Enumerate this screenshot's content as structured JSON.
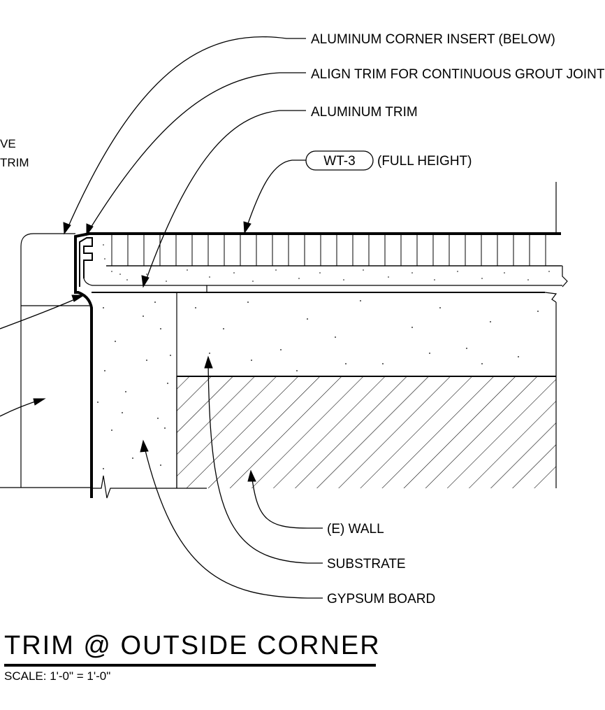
{
  "callouts": {
    "corner_insert": "ALUMINUM CORNER INSERT (BELOW)",
    "align_trim": "ALIGN TRIM FOR CONTINUOUS GROUT JOINT",
    "aluminum_trim": "ALUMINUM TRIM",
    "tag": "WT-3",
    "full_height": "(FULL HEIGHT)",
    "cut_left_1": "VE",
    "cut_left_2": "TRIM",
    "existing_wall": "(E) WALL",
    "substrate": "SUBSTRATE",
    "gypsum_board": "GYPSUM BOARD"
  },
  "title": {
    "text": "TRIM @ OUTSIDE CORNER",
    "scale": "SCALE: 1'-0\" = 1'-0\""
  }
}
